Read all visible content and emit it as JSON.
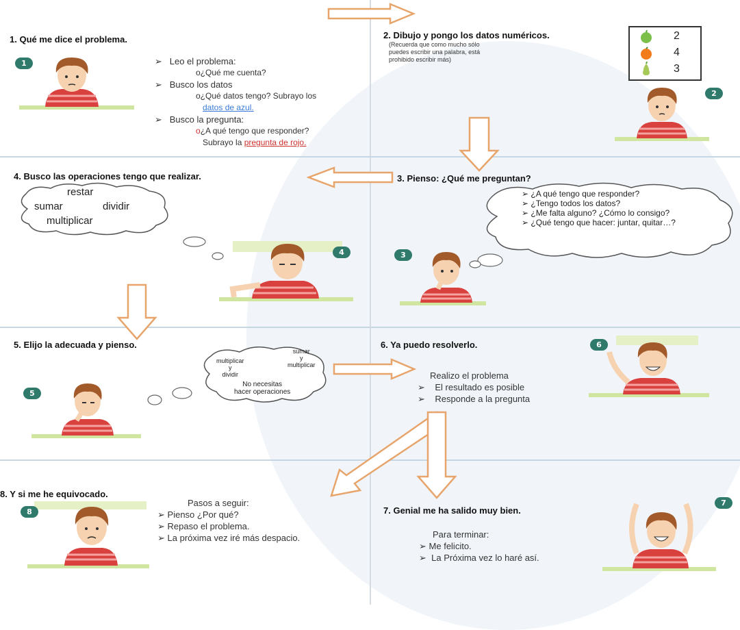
{
  "steps": {
    "s1": {
      "title": "1.   Qué me dice el problema.",
      "badge": "1",
      "b1": "Leo el problema:",
      "b1_sub": "o¿Qué me cuenta?",
      "b2": "Busco los datos",
      "b2_sub_a": "o¿Qué datos tengo? Subrayo los",
      "b2_sub_b": "datos de azul.",
      "b3": "Busco la pregunta:",
      "b3_sub_a": "¿A qué tengo que responder?",
      "b3_sub_b1": "Subrayo la ",
      "b3_sub_b2": "pregunta de rojo."
    },
    "s2": {
      "title": "2.   Dibujo y pongo los datos numéricos.",
      "note_1": "(Recuerda que como mucho sólo",
      "note_2": "puedes escribir una palabra, está",
      "note_3": "prohibido escribir más)",
      "fruits": [
        {
          "icon": "apple-icon",
          "value": "2",
          "color": "#7cc04a"
        },
        {
          "icon": "orange-icon",
          "value": "4",
          "color": "#f27b1c"
        },
        {
          "icon": "pear-icon",
          "value": "3",
          "color": "#a7c957"
        }
      ],
      "badge": "2"
    },
    "s3": {
      "title": "3.    Pienso: ¿Qué me  preguntan?",
      "items": [
        "¿A qué tengo que responder?",
        "¿Tengo todos los datos?",
        "¿Me falta alguno? ¿Cómo lo consigo?",
        "¿Qué tengo que hacer: juntar, quitar…?"
      ],
      "badge": "3"
    },
    "s4": {
      "title": "4.   Busco las operaciones tengo que realizar.",
      "cloud_1": "restar",
      "cloud_2a": "sumar",
      "cloud_2b": "dividir",
      "cloud_3": "multiplicar",
      "badge": "4"
    },
    "s5": {
      "title": "5.   Elijo la adecuada  y pienso.",
      "cloud_a1": "sumar",
      "cloud_a2": "y",
      "cloud_a3": "multiplicar",
      "cloud_b1": "multiplicar",
      "cloud_b2": "y",
      "cloud_b3": "dividir",
      "cloud_c1": "No necesitas",
      "cloud_c2": "hacer operaciones",
      "badge": "5"
    },
    "s6": {
      "title": "6.   Ya puedo resolverlo.",
      "line_1": "Realizo el problema",
      "line_2": "El resultado es posible",
      "line_3": "Responde a la pregunta",
      "badge": "6"
    },
    "s7": {
      "title": "7.   Genial me ha salido muy bien.",
      "line_1": "Para terminar:",
      "line_2": "Me felicito.",
      "line_3": "La Próxima vez lo haré así.",
      "badge": "7"
    },
    "s8": {
      "title": "8.   Y si me he equivocado.",
      "line_1": "Pasos a seguir:",
      "line_2": "Pienso ¿Por qué?",
      "line_3": "Repaso el problema.",
      "line_4": "La próxima vez iré más  despacio.",
      "badge": "8"
    }
  },
  "bullet": "➢",
  "colors": {
    "arrow": "#e7a46b",
    "badge": "#2f7a6b",
    "shirt": "#d9413f",
    "hair": "#a25a2a",
    "skin": "#f6d2b0",
    "grass": "#cfe5a0"
  }
}
